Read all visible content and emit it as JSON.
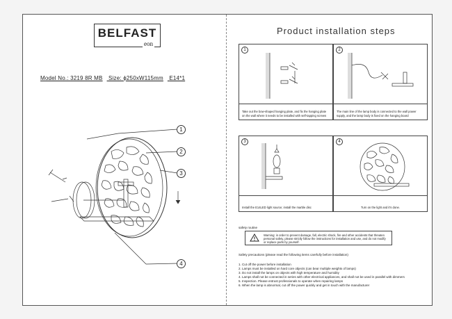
{
  "logo": {
    "brand": "BELFAST",
    "sub": "eon"
  },
  "model_line": {
    "model": "Model No.: 3219 8R MB",
    "size": "Size: ϕ250xW115mm",
    "bulb": "E14*1"
  },
  "callouts": [
    "1",
    "2",
    "3",
    "4"
  ],
  "right_title": "Product installation steps",
  "steps": [
    {
      "num": "1",
      "caption": "Take out the bow-shaped hanging plate, and fix the hanging plate on the wall where it needs to be installed with self-tapping screws"
    },
    {
      "num": "2",
      "caption": "The main line of the lamp body is connected to the wall power supply, and the lamp body is fixed on the hanging board"
    },
    {
      "num": "3",
      "caption": "Install the E14LED light source; install the marble disc"
    },
    {
      "num": "4",
      "caption": "Turn on the light and it's done."
    }
  ],
  "safety_title": "safety routine",
  "warning": "Warning: in order to prevent damage, fall, electric shock, fire and other accidents that threaten personal safety, please strictly follow the instructions for installation and use, and do not modify or replace parts by yourself.",
  "precautions_title": "Safety precautions (please read the following items carefully before installation)",
  "precautions": [
    "1. Cut off the power before installation",
    "2. Lamps must be installed on hard core objects (can bear multiple weights of lamps)",
    "3. Do not install the lamps on objects with high temperature and humidity",
    "4. Lamps shall not be connected in series with other electrical appliances, and shall not be used in parallel with dimmers",
    "5. Inspection. Please entrust professionals to operate when repairing lamps",
    "6. When the lamp is abnormal, cut off the power quickly and get in touch with the manufacturer"
  ]
}
